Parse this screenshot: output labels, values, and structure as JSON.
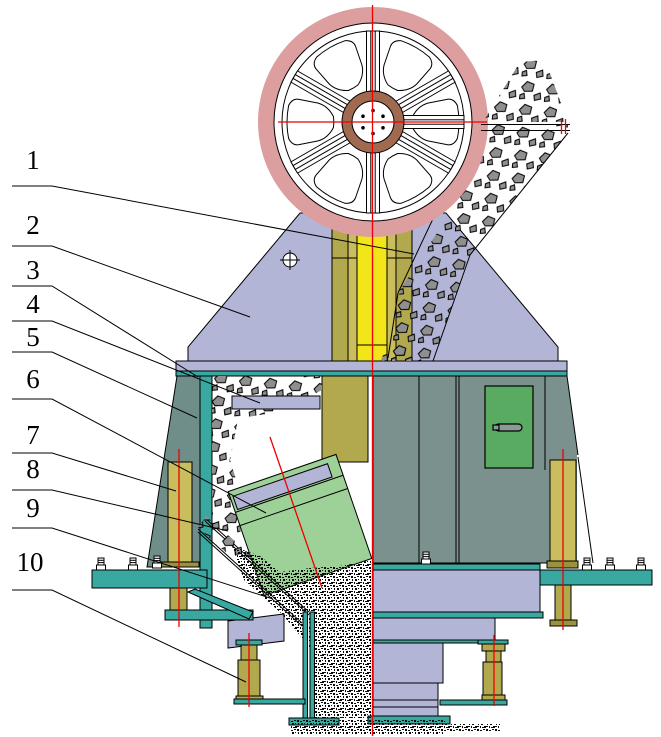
{
  "callouts": {
    "items": [
      {
        "label": "1"
      },
      {
        "label": "2"
      },
      {
        "label": "3"
      },
      {
        "label": "4"
      },
      {
        "label": "5"
      },
      {
        "label": "6"
      },
      {
        "label": "7"
      },
      {
        "label": "8"
      },
      {
        "label": "9"
      },
      {
        "label": "10"
      }
    ]
  },
  "colors": {
    "red": "#ee0000",
    "pink_rim": "#dc9e9e",
    "hub_brown": "#a06a50",
    "lavender": "#b3b5d7",
    "olive": "#b2a84d",
    "olive_light": "#c9bd5e",
    "olive_dark": "#9a923f",
    "yellow": "#f2e519",
    "teal": "#38a8a1",
    "wall_gray": "#6f8e8a",
    "body_gray": "#7a918d",
    "door_green": "#58ab61",
    "rotor_green": "#9ed197",
    "rock_gray": "#8f8f8f",
    "handle_gray": "#8a9a96",
    "ink": "#000000",
    "background": "#ffffff"
  }
}
